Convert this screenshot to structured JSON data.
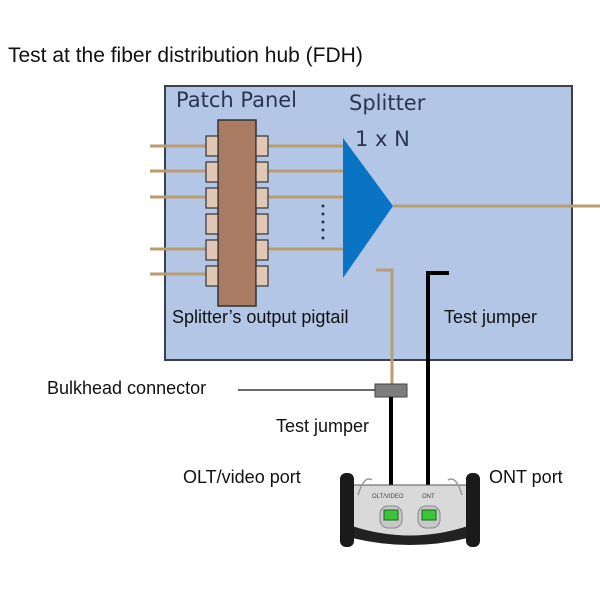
{
  "title": "Test at the fiber distribution hub (FDH)",
  "labels": {
    "patch_panel": "Patch Panel",
    "splitter": "Splitter",
    "splitter_ratio": "1 x N",
    "splitter_output_pigtail": "Splitter’s output pigtail",
    "test_jumper_inside": "Test jumper",
    "bulkhead_connector": "Bulkhead connector",
    "test_jumper_outside": "Test jumper",
    "olt_video_port": "OLT/video port",
    "ont_port": "ONT port",
    "device_port_left": "OLT/VIDEO",
    "device_port_right": "ONT"
  },
  "colors": {
    "hub_bg": "#b3c6e6",
    "hub_border": "#3a3f4a",
    "fiber": "#b89e6e",
    "patch_panel": "#a97b62",
    "connector": "#e0c8b4",
    "splitter": "#0a74c4",
    "jumper": "#000000",
    "bulkhead": "#7d7d7d",
    "port_green": "#3cc43c"
  }
}
